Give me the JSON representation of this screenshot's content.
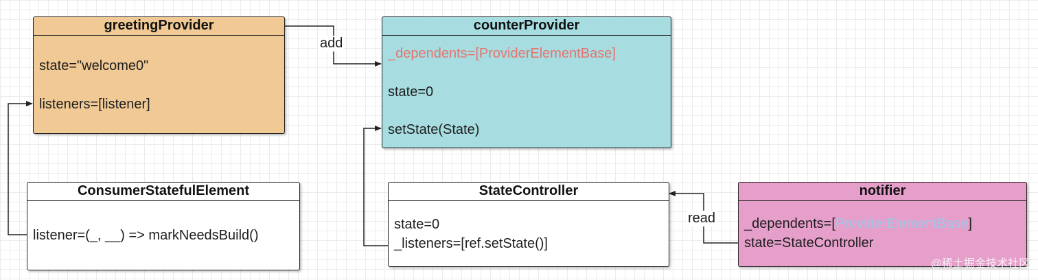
{
  "nodes": {
    "greeting": {
      "title": "greetingProvider",
      "state": "state=\"welcome0\"",
      "listeners": "listeners=[listener]",
      "color": "#f0c995"
    },
    "counter": {
      "title": "counterProvider",
      "dependents": "_dependents=[ProviderElementBase]",
      "state": "state=0",
      "set_state": "setState(State)",
      "color": "#a7dde1",
      "dependents_color": "#e5736e"
    },
    "consumer": {
      "title": "ConsumerStatefulElement",
      "listener": "listener=(_, __) => markNeedsBuild()",
      "color": "#ffffff"
    },
    "state_controller": {
      "title": "StateController",
      "state": "state=0",
      "listeners": "_listeners=[ref.setState()]",
      "color": "#ffffff"
    },
    "notifier": {
      "title": "notifier",
      "dependents_prefix": "_dependents=[",
      "dependents_inner": "ProviderElementBase",
      "dependents_suffix": "]",
      "state": "state=StateController",
      "color": "#e69ecb",
      "inner_color": "#9ec8e6"
    }
  },
  "edges": {
    "add_label": "add",
    "read_label": "read"
  },
  "watermark": "@稀土掘金技术社区"
}
